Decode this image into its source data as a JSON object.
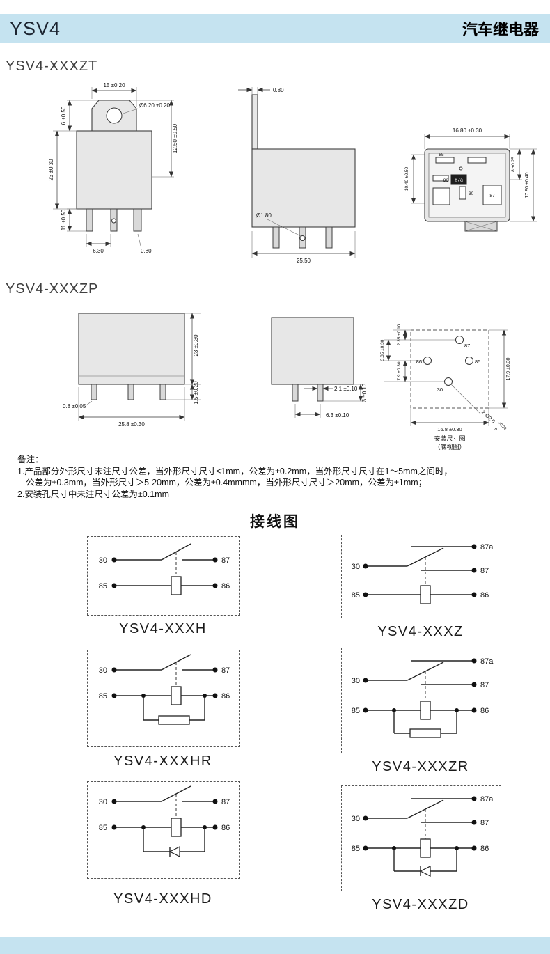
{
  "header": {
    "model": "YSV4",
    "product": "汽车继电器"
  },
  "sections": {
    "zt_title": "YSV4-XXXZT",
    "zp_title": "YSV4-XXXZP"
  },
  "colors": {
    "header_bg": "#c5e3f0"
  },
  "zt": {
    "front": {
      "w15": "15 ±0.20",
      "hole": "Ø6.20 ±0.20",
      "h6": "6 ±0.50",
      "h23": "23 ±0.30",
      "h1250": "12.50 ±0.50",
      "h11": "11 ±0.50",
      "w630": "6.30",
      "t080": "0.80"
    },
    "side": {
      "t080": "0.80",
      "hole": "Ø1.80",
      "w2550": "25.50"
    },
    "bottom": {
      "w1680": "16.80 ±0.30",
      "h8": "8 ±0.25",
      "h1040": "10.40 ±0.50",
      "h1790": "17.90 ±0.40",
      "p85": "85",
      "p86": "86",
      "p87a": "87a",
      "p87": "87",
      "p30": "30"
    }
  },
  "zp": {
    "front": {
      "h23": "23 ±0.30",
      "t08": "0.8 ±0.05",
      "w258": "25.8 ±0.30",
      "h15": "1.5 ±0.20"
    },
    "side": {
      "w21": "2.1 ±0.10",
      "h3": "3 ±0.10",
      "w63": "6.3 ±0.10"
    },
    "mount": {
      "v235": "2.35 ±0.10",
      "v335": "3.35 ±0.30",
      "v79": "7.9 ±0.30",
      "v179": "17.9 ±0.30",
      "w168": "16.8 ±0.30",
      "hole": "2-Ø2.0",
      "tol_up": "+0.20",
      "tol_dn": "0",
      "p87": "87",
      "p86": "86",
      "p85": "85",
      "p30": "30",
      "cap1": "安装尺寸图",
      "cap2": "（底视图）"
    }
  },
  "notes": {
    "label": "备注：",
    "line1": "1.产品部分外形尺寸未注尺寸公差，当外形尺寸尺寸≤1mm，公差为±0.2mm，当外形尺寸尺寸在1～5mm之间时，",
    "line2": "公差为±0.3mm，当外形尺寸＞5-20mm，公差为±0.4mmmm，当外形尺寸尺寸＞20mm，公差为±1mm；",
    "line3": "2.安装孔尺寸中未注尺寸公差为±0.1mm"
  },
  "wiring": {
    "title": "接线图",
    "terminals": {
      "t30": "30",
      "t85": "85",
      "t86": "86",
      "t87": "87",
      "t87a": "87a"
    },
    "diagrams": [
      {
        "name": "YSV4-XXXH"
      },
      {
        "name": "YSV4-XXXZ"
      },
      {
        "name": "YSV4-XXXHR"
      },
      {
        "name": "YSV4-XXXZR"
      },
      {
        "name": "YSV4-XXXHD"
      },
      {
        "name": "YSV4-XXXZD"
      }
    ]
  }
}
